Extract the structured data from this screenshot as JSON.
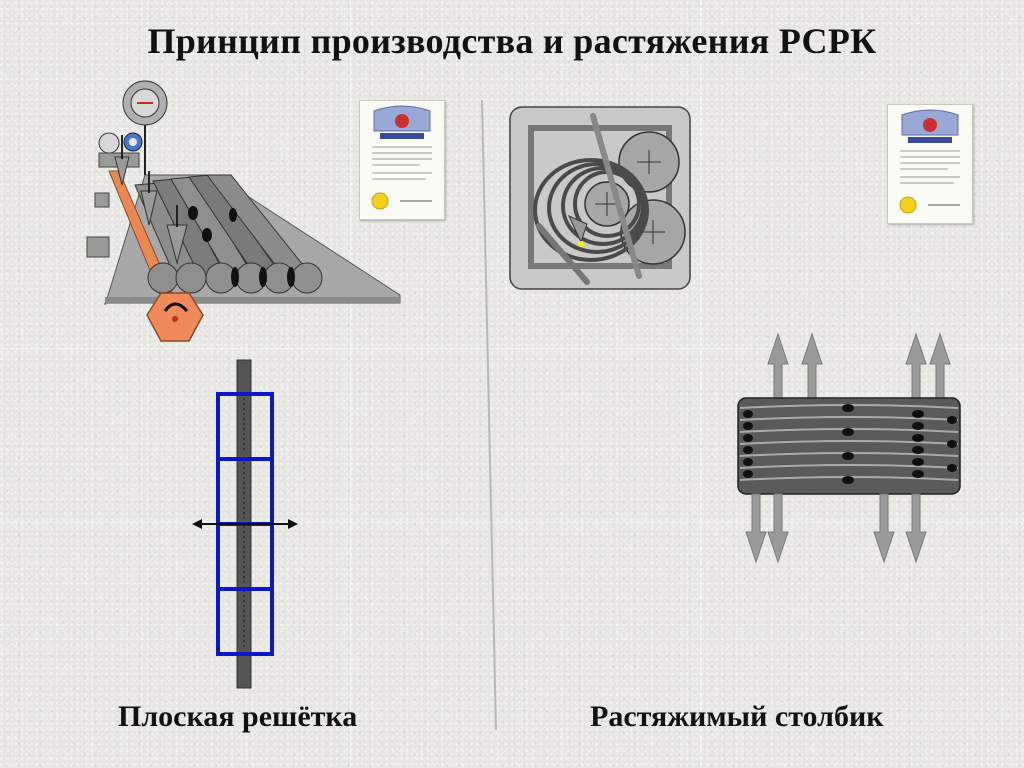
{
  "title": "Принцип производства и растяжения РСРК",
  "captions": {
    "flat_grid": "Плоская решётка",
    "stretch_column": "Растяжимый столбик"
  },
  "colors": {
    "grid_frame": "#0a18c8",
    "bolt_head": "#f08a5a",
    "dark_wire": "#333333",
    "roll_gray": "#888888",
    "arrow_gray": "#9a9a9a"
  },
  "icons": {
    "patent_left": "patent-certificate-icon",
    "patent_right": "patent-certificate-icon"
  }
}
